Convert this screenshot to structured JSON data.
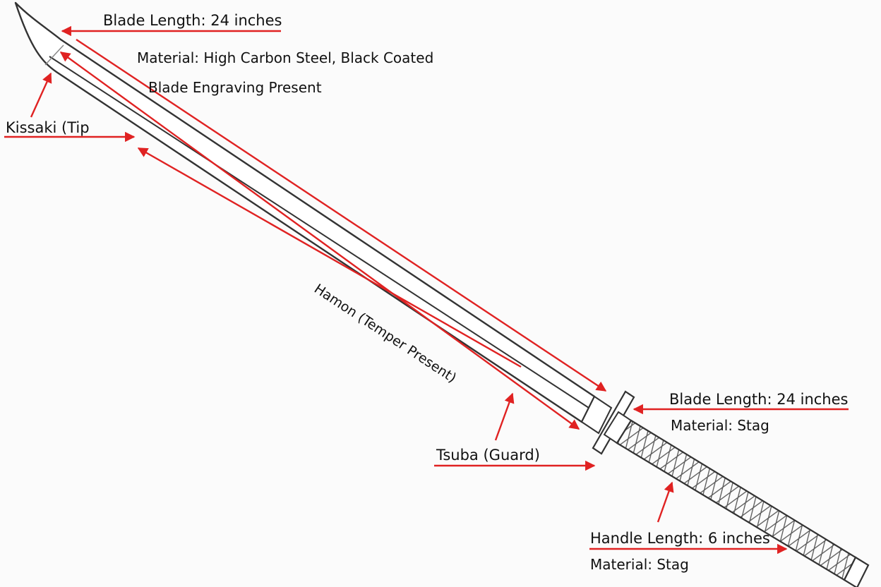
{
  "labels": {
    "blade_length_top": "Blade Length: 24 inches",
    "material_top": "Material: High Carbon Steel, Black Coated",
    "engraving": "Blade Engraving Present",
    "kissaki": "Kissaki (Tip",
    "hamon": "Hamon (Temper Present)",
    "blade_length_guard": "Blade Length: 24 inches",
    "material_guard": "Material: Stag",
    "tsuba": "Tsuba (Guard)",
    "handle_length": "Handle Length: 6 inches",
    "material_handle": "Material: Stag"
  },
  "colors": {
    "arrow": "#e02222",
    "outline": "#333333",
    "background": "#fbfbfb"
  }
}
